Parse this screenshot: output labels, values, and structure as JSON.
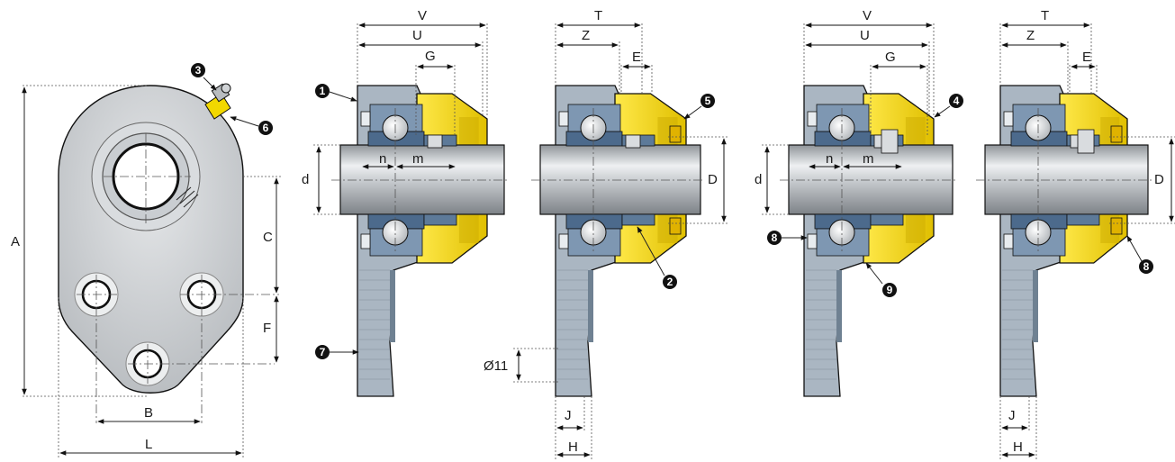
{
  "colors": {
    "housing": "#aab6c2",
    "housing_dark": "#6f8192",
    "cover": "#f2d800",
    "cover_dark": "#c9a800",
    "shaft": "#c8ccd0",
    "bearing": "#4c6a8c",
    "outline": "#111111"
  },
  "front_view": {
    "labels": {
      "A": "A",
      "B": "B",
      "C": "C",
      "F": "F",
      "L": "L"
    }
  },
  "section1": {
    "labels": {
      "V": "V",
      "U": "U",
      "G": "G",
      "d": "d",
      "n": "n",
      "m": "m"
    }
  },
  "section2": {
    "labels": {
      "T": "T",
      "Z": "Z",
      "E": "E",
      "D": "D",
      "dia": "Ø11",
      "J": "J",
      "H": "H"
    }
  },
  "section3": {
    "labels": {
      "V": "V",
      "U": "U",
      "G": "G",
      "d": "d",
      "n": "n",
      "m": "m"
    }
  },
  "section4": {
    "labels": {
      "T": "T",
      "Z": "Z",
      "E": "E",
      "D": "D",
      "J": "J",
      "H": "H"
    }
  },
  "callouts": [
    {
      "num": "1",
      "icon": "callout-marker-icon"
    },
    {
      "num": "2",
      "icon": "callout-marker-icon"
    },
    {
      "num": "3",
      "icon": "callout-marker-icon"
    },
    {
      "num": "4",
      "icon": "callout-marker-icon"
    },
    {
      "num": "5",
      "icon": "callout-marker-icon"
    },
    {
      "num": "6",
      "icon": "callout-marker-icon"
    },
    {
      "num": "7",
      "icon": "callout-marker-icon"
    },
    {
      "num": "8",
      "icon": "callout-marker-icon"
    },
    {
      "num": "8",
      "icon": "callout-marker-icon"
    },
    {
      "num": "9",
      "icon": "callout-marker-icon"
    }
  ]
}
